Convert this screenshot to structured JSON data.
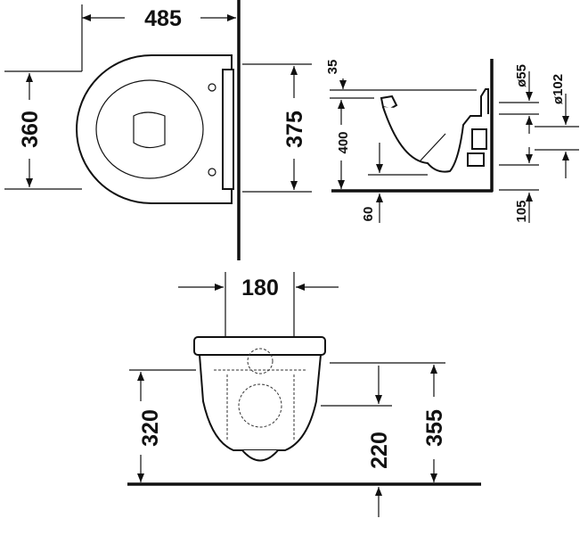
{
  "top_view": {
    "width_dim": "485",
    "depth_left_dim": "360",
    "depth_right_dim": "375"
  },
  "side_view": {
    "rim_dim": "35",
    "height_dim": "400",
    "floor_dim": "60",
    "inlet_dim": "ø55",
    "outlet_dim": "ø102",
    "outlet_height_dim": "105"
  },
  "front_view": {
    "width_dim": "180",
    "left_height_dim": "320",
    "inlet_height_dim": "220",
    "total_height_dim": "355"
  }
}
